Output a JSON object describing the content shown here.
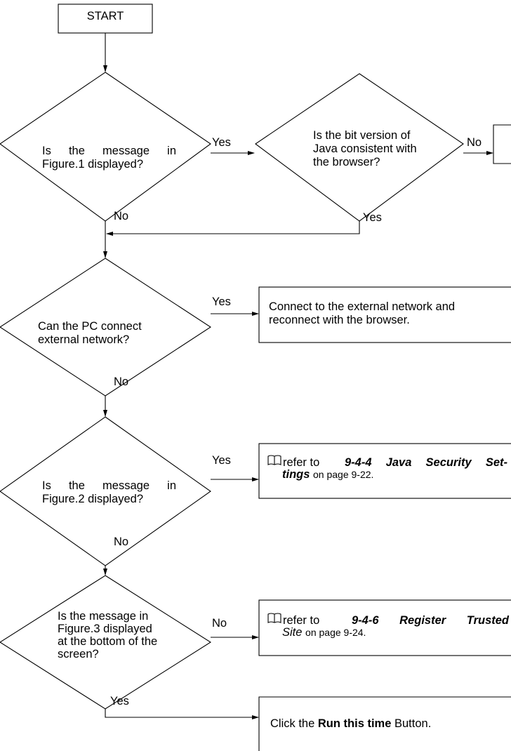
{
  "flowchart": {
    "start_label": "START",
    "decision_figure1": {
      "line1": "Is the message in",
      "line2": "Figure.1 displayed?",
      "yes_label": "Yes",
      "no_label": "No"
    },
    "decision_bitversion": {
      "line1": "Is the bit version of",
      "line2": "Java consistent with",
      "line3": "the browser?",
      "no_label": "No",
      "yes_label": "Yes"
    },
    "decision_network": {
      "line1": "Can the PC connect",
      "line2": "external network?",
      "yes_label": "Yes",
      "no_label": "No"
    },
    "action_connect": {
      "line1": "Connect to the external network and",
      "line2": "reconnect with the browser."
    },
    "decision_figure2": {
      "line1": "Is the message in",
      "line2": "Figure.2 displayed?",
      "yes_label": "Yes",
      "no_label": "No"
    },
    "reference_security": {
      "prefix": "refer to",
      "section_a": "9-4-4 Java Security Set-",
      "section_b": "tings",
      "suffix": "on page 9-22."
    },
    "decision_figure3": {
      "line1": "Is the message in",
      "line2": "Figure.3 displayed",
      "line3": "at the bottom of the",
      "line4": "screen?",
      "no_label": "No",
      "yes_label": "Yes"
    },
    "reference_trusted": {
      "prefix": "refer to",
      "section_a": "9-4-6 Register Trusted",
      "section_b": "Site",
      "suffix": "on page 9-24."
    },
    "action_run": {
      "prefix": "Click the",
      "bold": "Run this time",
      "suffix": "Button."
    }
  }
}
